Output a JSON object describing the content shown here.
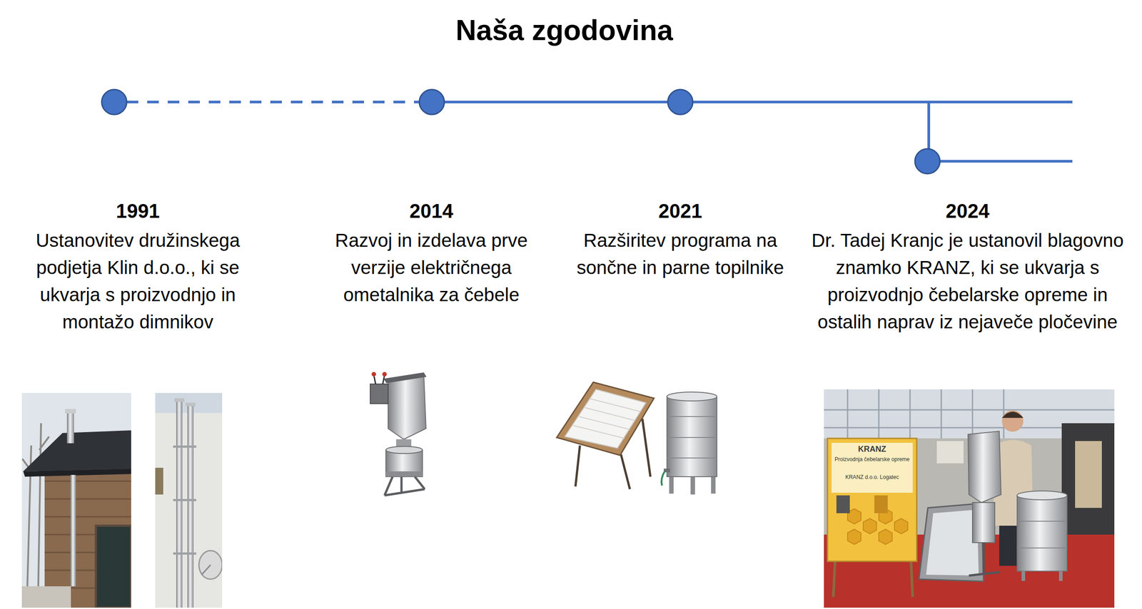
{
  "diagram": {
    "title": "Naša zgodovina",
    "labels": [
      "1991",
      "Ustanovitev družinskega podjetja Klin d.o.o., ki se ukvarja s proizvodnjo in montažo dimnikov",
      "2014",
      "Razvoj in izdelava prve verzije električnega ometalnika za čebele",
      "2021",
      "Razširitev programa na sončne in parne topilnike",
      "2024",
      "Dr. Tadej Kranjc je ustanovil blagovno znamko KRANZ, ki se ukvarja s proizvodnjo čebelarske opreme in ostalih naprav iz nejaveče pločevine",
      "KRANZ",
      "Proizvodnja čebelarske opreme",
      "KRANZ d.o.o. Logatec"
    ]
  }
}
